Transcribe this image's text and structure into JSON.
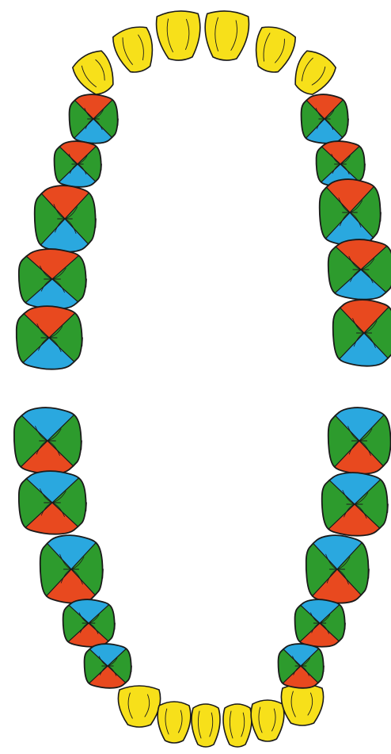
{
  "colors": {
    "background": "#ffffff",
    "incisor": "#f7e01a",
    "side": "#2d9b2d",
    "mesial": "#e8491f",
    "distal": "#2aa8df",
    "outline": "#1a1a1a"
  },
  "arches": [
    {
      "name": "upper-arch",
      "anteriors": [
        {
          "name": "upper-incisor-1"
        },
        {
          "name": "upper-incisor-2"
        },
        {
          "name": "upper-incisor-3"
        },
        {
          "name": "upper-incisor-4"
        },
        {
          "name": "upper-incisor-5"
        },
        {
          "name": "upper-incisor-6"
        }
      ],
      "posteriors": [
        {
          "name": "upper-left-premolar-1",
          "top": "mesial",
          "bottom": "distal"
        },
        {
          "name": "upper-left-premolar-2",
          "top": "mesial",
          "bottom": "distal"
        },
        {
          "name": "upper-left-molar-1",
          "top": "mesial",
          "bottom": "distal"
        },
        {
          "name": "upper-left-molar-2",
          "top": "mesial",
          "bottom": "distal"
        },
        {
          "name": "upper-left-molar-3",
          "top": "mesial",
          "bottom": "distal"
        },
        {
          "name": "upper-right-premolar-1",
          "top": "mesial",
          "bottom": "distal"
        },
        {
          "name": "upper-right-premolar-2",
          "top": "mesial",
          "bottom": "distal"
        },
        {
          "name": "upper-right-molar-1",
          "top": "mesial",
          "bottom": "distal"
        },
        {
          "name": "upper-right-molar-2",
          "top": "mesial",
          "bottom": "distal"
        },
        {
          "name": "upper-right-molar-3",
          "top": "mesial",
          "bottom": "distal"
        }
      ]
    },
    {
      "name": "lower-arch",
      "anteriors": [
        {
          "name": "lower-incisor-1"
        },
        {
          "name": "lower-incisor-2"
        },
        {
          "name": "lower-incisor-3"
        },
        {
          "name": "lower-incisor-4"
        },
        {
          "name": "lower-incisor-5"
        },
        {
          "name": "lower-incisor-6"
        }
      ],
      "posteriors": [
        {
          "name": "lower-left-molar-1",
          "top": "distal",
          "bottom": "mesial"
        },
        {
          "name": "lower-left-molar-2",
          "top": "distal",
          "bottom": "mesial"
        },
        {
          "name": "lower-left-molar-3",
          "top": "distal",
          "bottom": "mesial"
        },
        {
          "name": "lower-left-premolar-1",
          "top": "distal",
          "bottom": "mesial"
        },
        {
          "name": "lower-left-premolar-2",
          "top": "distal",
          "bottom": "mesial"
        },
        {
          "name": "lower-right-molar-1",
          "top": "distal",
          "bottom": "mesial"
        },
        {
          "name": "lower-right-molar-2",
          "top": "distal",
          "bottom": "mesial"
        },
        {
          "name": "lower-right-molar-3",
          "top": "distal",
          "bottom": "mesial"
        },
        {
          "name": "lower-right-premolar-1",
          "top": "distal",
          "bottom": "mesial"
        },
        {
          "name": "lower-right-premolar-2",
          "top": "distal",
          "bottom": "mesial"
        }
      ]
    }
  ]
}
